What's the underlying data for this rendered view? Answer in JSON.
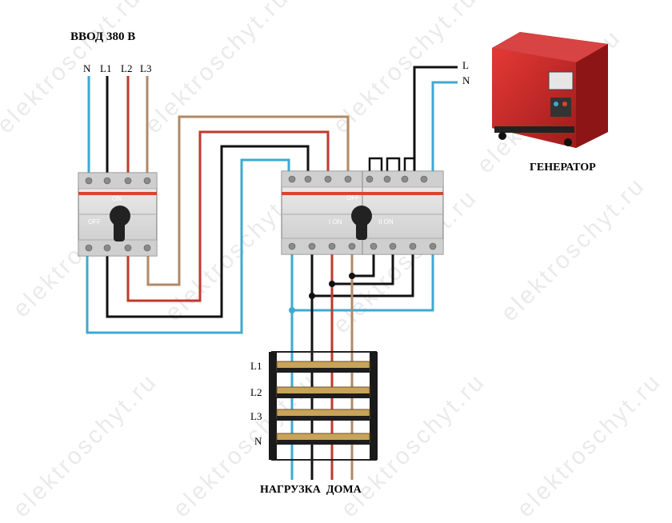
{
  "title": "ВВОД 380 В",
  "input_phase_labels": [
    "N",
    "L1",
    "L2",
    "L3"
  ],
  "generator_phase_labels": [
    "L",
    "N"
  ],
  "generator_label": "ГЕНЕРАТОР",
  "busbar_labels": [
    "L1",
    "L2",
    "L3",
    "N"
  ],
  "switch_left": {
    "on_label": "ON",
    "off_label": "OFF"
  },
  "switch_right": {
    "off_label": "OFF",
    "one_on_label": "I ON",
    "two_on_label": "II ON"
  },
  "load_label": "НАГРУЗКА  ДОМА",
  "watermark": "elektroschyt.ru",
  "colors": {
    "neutral_wire": "#3fa9d1",
    "l1_wire": "#111111",
    "l2_wire": "#c0392b",
    "l3_wire": "#b08a66",
    "switch_body": "#e3e3e3",
    "switch_stripe": "#d9462c",
    "handle": "#222222",
    "generator_body": "#c62828"
  }
}
